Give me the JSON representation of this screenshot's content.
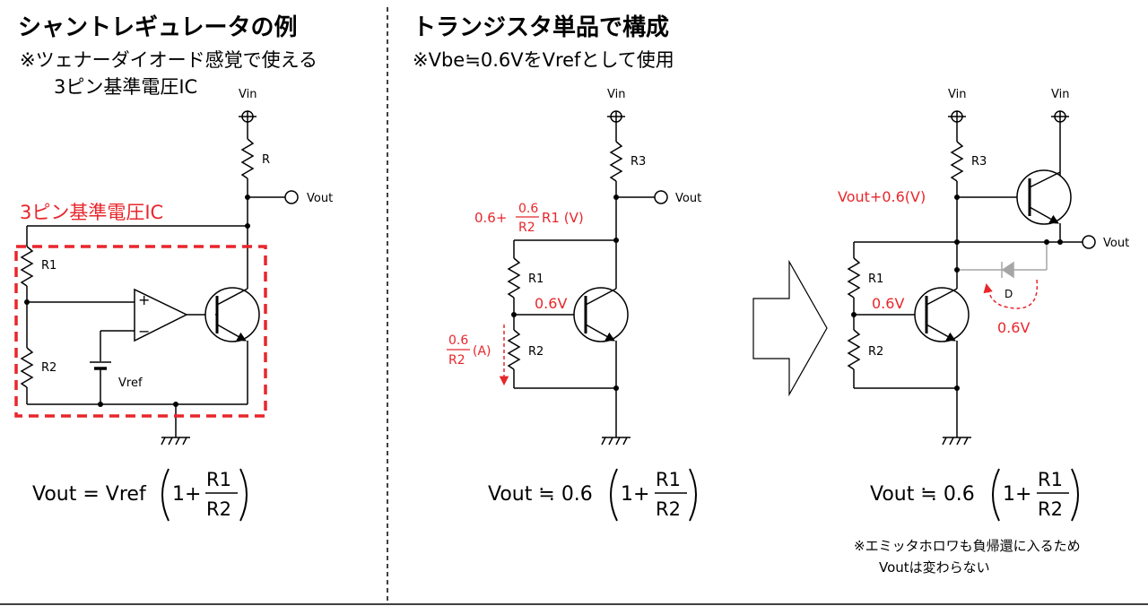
{
  "left": {
    "title": "シャントレギュレータの例",
    "subtitle1": "※ツェナーダイオード感覚で使える",
    "subtitle2": "3ピン基準電圧IC",
    "ic_label": "3ピン基準電圧IC",
    "labels": {
      "vin": "Vin",
      "r": "R",
      "vout": "Vout",
      "r1": "R1",
      "r2": "R2",
      "vref": "Vref",
      "plus": "+",
      "minus": "−"
    },
    "formula": {
      "lhs": "Vout = Vref",
      "one_plus": "1+",
      "num": "R1",
      "den": "R2"
    }
  },
  "middle": {
    "title": "トランジスタ単品で構成",
    "subtitle": "※Vbe≒0.6VをVrefとして使用",
    "labels": {
      "vin": "Vin",
      "r3": "R3",
      "vout": "Vout",
      "r1": "R1",
      "r2": "R2",
      "v06": "0.6V",
      "expr_pre": "0.6+",
      "frac_num": "0.6",
      "frac_den": "R2",
      "expr_post": "R1 (V)",
      "a_num": "0.6",
      "a_den": "R2",
      "a_suffix": "(A)"
    },
    "formula": {
      "lhs": "Vout ≒ 0.6",
      "one_plus": "1+",
      "num": "R1",
      "den": "R2"
    }
  },
  "right": {
    "labels": {
      "vin1": "Vin",
      "vin2": "Vin",
      "r3": "R3",
      "vout": "Vout",
      "r1": "R1",
      "r2": "R2",
      "v06": "0.6V",
      "vout_plus": "Vout+0.6(V)",
      "d": "D",
      "d_v": "0.6V"
    },
    "formula": {
      "lhs": "Vout ≒ 0.6",
      "one_plus": "1+",
      "num": "R1",
      "den": "R2"
    },
    "note1": "※エミッタホロワも負帰還に入るため",
    "note2": "Voutは変わらない"
  },
  "colors": {
    "red": "#e8262b",
    "gray": "#a6a6a6",
    "arrow_fill": "#ffffff"
  }
}
